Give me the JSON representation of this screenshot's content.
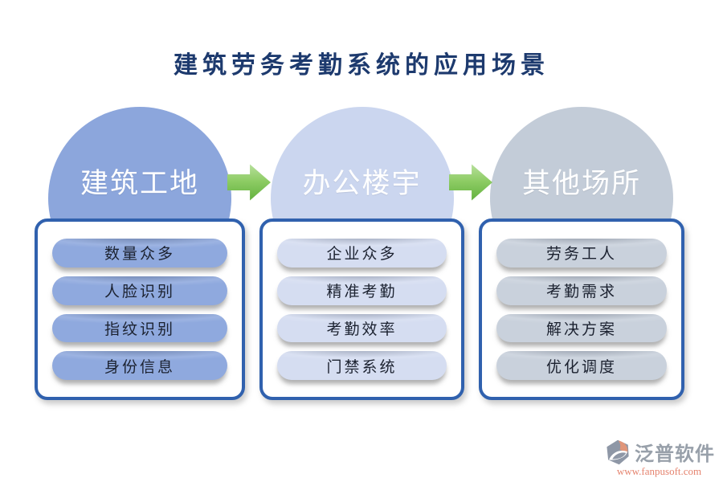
{
  "title": "建筑劳务考勤系统的应用场景",
  "columns": [
    {
      "name": "建筑工地",
      "items": [
        "数量众多",
        "人脸识别",
        "指纹识别",
        "身份信息"
      ],
      "colors": {
        "circle": "#8CA6DC",
        "pill": "#8FA9DE"
      }
    },
    {
      "name": "办公楼宇",
      "items": [
        "企业众多",
        "精准考勤",
        "考勤效率",
        "门禁系统"
      ],
      "colors": {
        "circle": "#CBD6EF",
        "pill": "#D5DDF1"
      }
    },
    {
      "name": "其他场所",
      "items": [
        "劳务工人",
        "考勤需求",
        "解决方案",
        "优化调度"
      ],
      "colors": {
        "circle": "#C3CCD8",
        "pill": "#C9D1DC"
      }
    }
  ],
  "colors": {
    "background": "#ffffff",
    "title_color": "#1D3A6E",
    "box_border_color": "#3061AE",
    "pill_text_color": "#1C2230",
    "circle_text_color": "#ffffff",
    "arrow_green_light": "#BCE2A2",
    "arrow_green_mid": "#8CCB63",
    "arrow_green_dark": "#5FAE3B",
    "brand_gray": "#98A0AA",
    "url_red": "#E5836E",
    "logo_gray": "#8E97A6",
    "logo_orange": "#E09579"
  },
  "footer": {
    "brand": "泛普软件",
    "url": "www.fanpusoft.com"
  }
}
